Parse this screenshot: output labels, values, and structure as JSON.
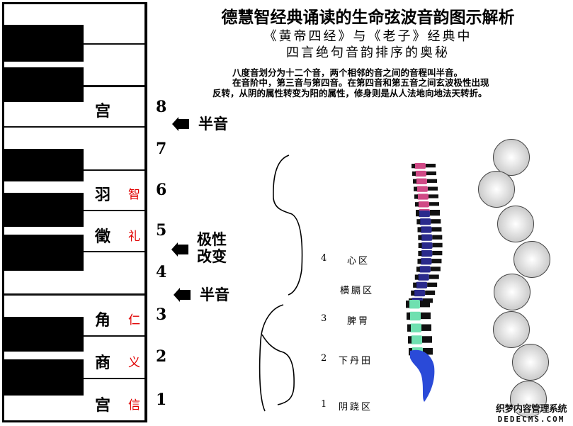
{
  "header": {
    "title": "德慧智经典诵读的生命弦波音韵图示解析",
    "subtitle_line1": "《黄帝四经》与《老子》经典中",
    "subtitle_line2": "四言绝句音韵排序的奥秘"
  },
  "description": {
    "line1": "八度音划分为十二个音，两个相邻的音之间的音程叫半音。",
    "line2": "在音阶中，第三音与第四音。在第四音和第五音之间玄波极性出现",
    "line3": "反转，从阴的属性转变为阳的属性，修身则是从人法地向地法天转折。"
  },
  "piano": {
    "notes": [
      {
        "label": "宫",
        "virtue": "",
        "degree": "8"
      },
      {
        "label": "",
        "virtue": "",
        "degree": "7"
      },
      {
        "label": "羽",
        "virtue": "智",
        "degree": "6"
      },
      {
        "label": "徵",
        "virtue": "礼",
        "degree": "5"
      },
      {
        "label": "",
        "virtue": "",
        "degree": "4"
      },
      {
        "label": "角",
        "virtue": "仁",
        "degree": "3"
      },
      {
        "label": "商",
        "virtue": "义",
        "degree": "2"
      },
      {
        "label": "宫",
        "virtue": "信",
        "degree": "1"
      }
    ],
    "virtue_color": "#e00000"
  },
  "markers": [
    {
      "icon": "arrow-left-icon",
      "label_line1": "半音",
      "label_line2": ""
    },
    {
      "icon": "arrow-left-icon",
      "label_line1": "极性",
      "label_line2": "改变"
    },
    {
      "icon": "arrow-left-icon",
      "label_line1": "半音",
      "label_line2": ""
    }
  ],
  "body_zones": [
    {
      "num": "4",
      "label": "心区"
    },
    {
      "num": "",
      "label": "横膈区"
    },
    {
      "num": "3",
      "label": "脾胃"
    },
    {
      "num": "2",
      "label": "下丹田"
    },
    {
      "num": "1",
      "label": "阴跷区"
    }
  ],
  "spine_colors": {
    "cervical": "#d04a86",
    "thoracic": "#2a2a8c",
    "lumbar": "#6fe0b0",
    "sacral": "#2a4ad8"
  },
  "balls_count": 8,
  "watermark": {
    "cn": "织梦内容管理系统",
    "en": "DEDECMS.COM"
  }
}
